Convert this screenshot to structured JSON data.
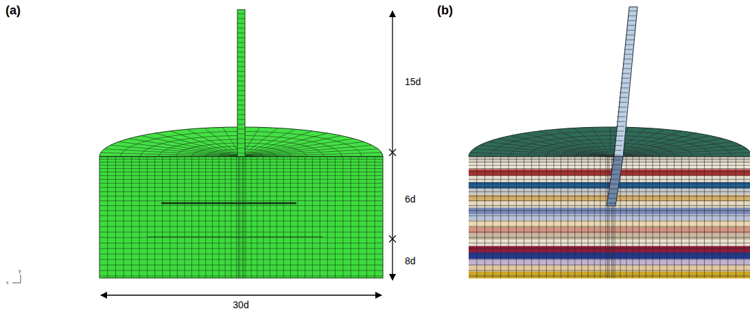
{
  "diagram": {
    "labels": [
      "(a)",
      "15d",
      "6d",
      "8d",
      "30d",
      "(b)",
      "y",
      "x"
    ]
  }
}
